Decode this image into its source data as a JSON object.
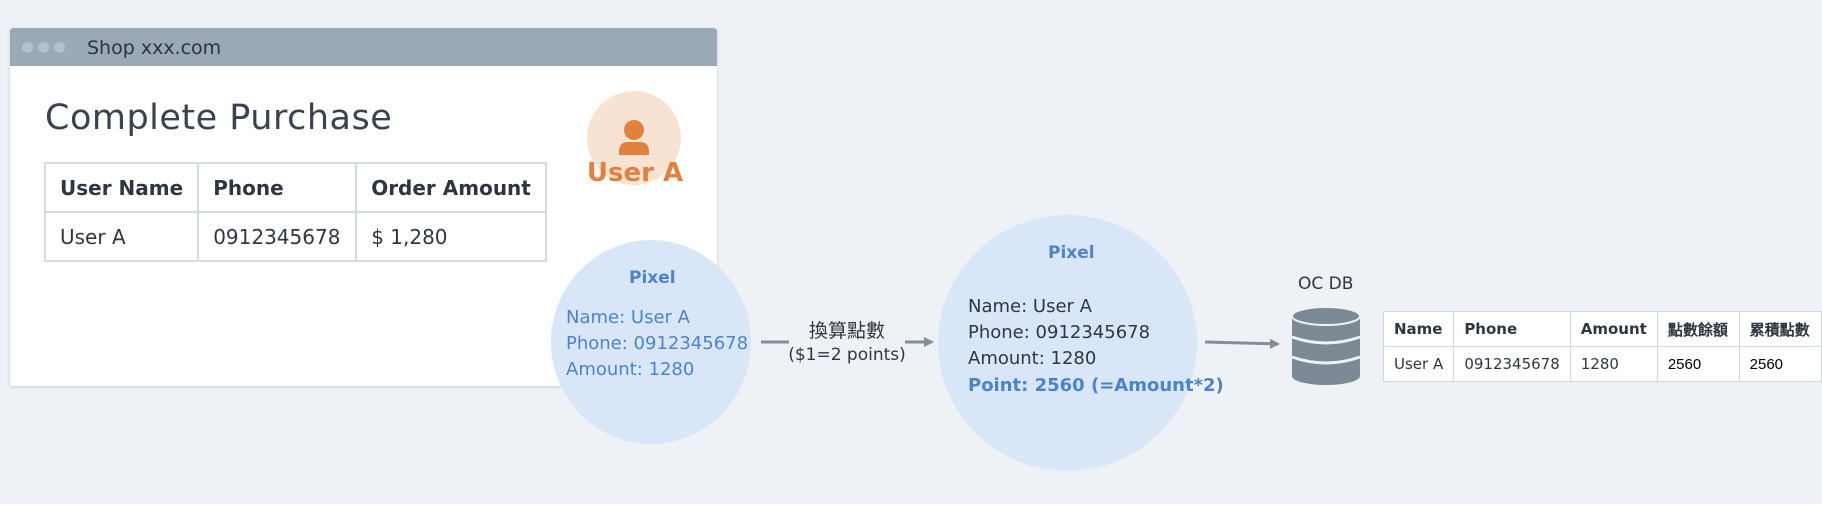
{
  "browser": {
    "title": "Shop xxx.com",
    "page_title": "Complete Purchase",
    "table": {
      "headers": [
        "User Name",
        "Phone",
        "Order Amount"
      ],
      "row": [
        "User A",
        "0912345678",
        "$ 1,280"
      ]
    }
  },
  "user": {
    "label": "User A",
    "icon": "user-icon"
  },
  "pixel_1": {
    "title": "Pixel",
    "lines": [
      "Name: User A",
      "Phone: 0912345678",
      "Amount: 1280"
    ]
  },
  "conversion": {
    "label": "換算點數",
    "rule": "($1=2 points)"
  },
  "pixel_2": {
    "title": "Pixel",
    "lines": [
      "Name: User A",
      "Phone: 0912345678",
      "Amount: 1280"
    ],
    "point": "Point: 2560 (=Amount*2)"
  },
  "db": {
    "label": "OC DB",
    "icon": "database-icon",
    "table": {
      "headers": [
        "Name",
        "Phone",
        "Amount",
        "點數餘額",
        "累積點數"
      ],
      "row": [
        "User A",
        "0912345678",
        "1280",
        "2560",
        "2560"
      ]
    }
  },
  "colors": {
    "accent_blue": "#4b84c9",
    "user_orange": "#e0823f",
    "pixel_bg": "#d8e6f7",
    "arrow_gray": "#838e9a"
  }
}
